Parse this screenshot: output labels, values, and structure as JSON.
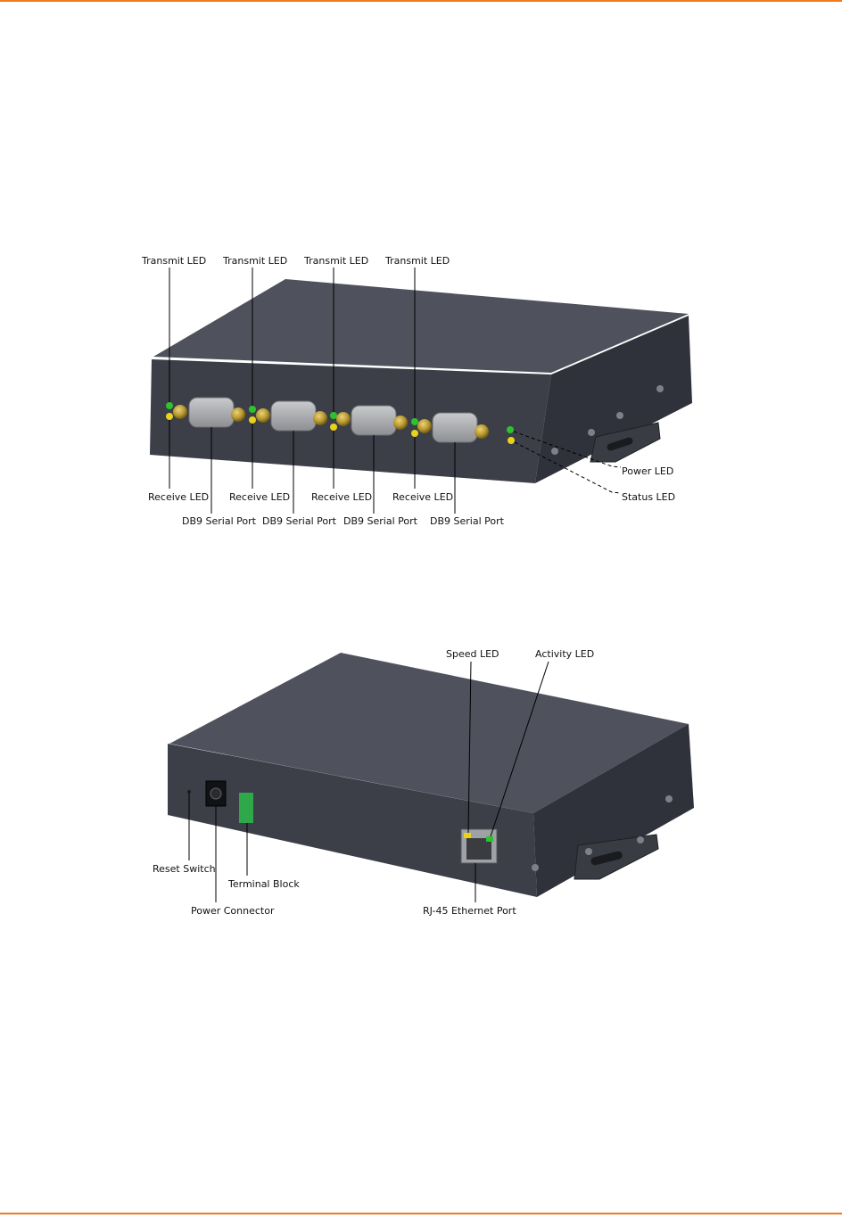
{
  "colors": {
    "accent_rule": "#f07a1e",
    "chassis_top": "#4f525c",
    "chassis_front": "#3c3f48",
    "chassis_side": "#2f323a",
    "led_green": "#2fc22f",
    "led_yellow": "#e8d21a",
    "terminal_block": "#2fa84a"
  },
  "front_view": {
    "transmit_leds": [
      "Transmit LED",
      "Transmit LED",
      "Transmit LED",
      "Transmit LED"
    ],
    "receive_leds": [
      "Receive LED",
      "Receive LED",
      "Receive LED",
      "Receive LED"
    ],
    "serial_ports": [
      "DB9 Serial Port",
      "DB9 Serial Port",
      "DB9 Serial Port",
      "DB9 Serial Port"
    ],
    "power_led": "Power LED",
    "status_led": "Status LED"
  },
  "rear_view": {
    "speed_led": "Speed LED",
    "activity_led": "Activity LED",
    "reset_switch": "Reset Switch",
    "terminal_block": "Terminal Block",
    "power_connector": "Power Connector",
    "ethernet_port": "RJ-45 Ethernet Port"
  }
}
